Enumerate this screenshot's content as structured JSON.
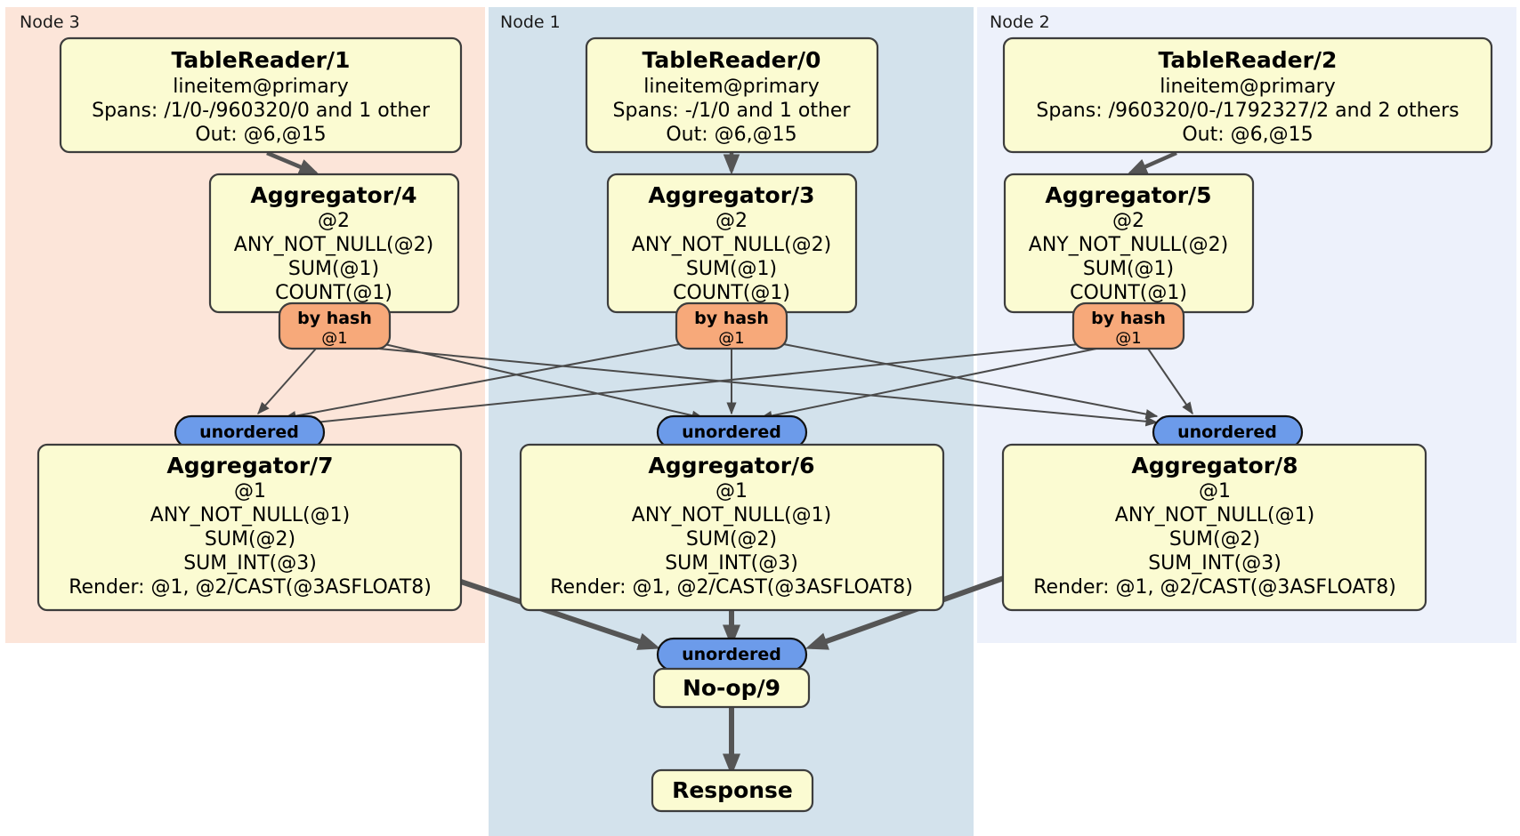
{
  "diagram": {
    "title": "Distributed SQL query plan",
    "colors": {
      "node3_panel": "#fce5d9",
      "node1_panel": "#d3e2ec",
      "node2_panel": "#edf1fb",
      "processor_box": "#fbfbd2",
      "hash_router": "#f7a97a",
      "unordered_synchronizer": "#6c9bea",
      "edge": "#4a4a4a",
      "border": "#3d3d3d"
    },
    "panels": [
      {
        "id": "node3",
        "label": "Node 3"
      },
      {
        "id": "node1",
        "label": "Node 1"
      },
      {
        "id": "node2",
        "label": "Node 2"
      }
    ],
    "processors": {
      "table_reader_1": {
        "title": "TableReader/1",
        "lines": [
          "lineitem@primary",
          "Spans: /1/0-/960320/0 and 1 other",
          "Out: @6,@15"
        ]
      },
      "table_reader_0": {
        "title": "TableReader/0",
        "lines": [
          "lineitem@primary",
          "Spans: -/1/0 and 1 other",
          "Out: @6,@15"
        ]
      },
      "table_reader_2": {
        "title": "TableReader/2",
        "lines": [
          "lineitem@primary",
          "Spans: /960320/0-/1792327/2 and 2 others",
          "Out: @6,@15"
        ]
      },
      "aggregator_4": {
        "title": "Aggregator/4",
        "lines": [
          "@2",
          "ANY_NOT_NULL(@2)",
          "SUM(@1)",
          "COUNT(@1)"
        ]
      },
      "aggregator_3": {
        "title": "Aggregator/3",
        "lines": [
          "@2",
          "ANY_NOT_NULL(@2)",
          "SUM(@1)",
          "COUNT(@1)"
        ]
      },
      "aggregator_5": {
        "title": "Aggregator/5",
        "lines": [
          "@2",
          "ANY_NOT_NULL(@2)",
          "SUM(@1)",
          "COUNT(@1)"
        ]
      },
      "aggregator_7": {
        "title": "Aggregator/7",
        "lines": [
          "@1",
          "ANY_NOT_NULL(@1)",
          "SUM(@2)",
          "SUM_INT(@3)",
          "Render: @1, @2/CAST(@3ASFLOAT8)"
        ]
      },
      "aggregator_6": {
        "title": "Aggregator/6",
        "lines": [
          "@1",
          "ANY_NOT_NULL(@1)",
          "SUM(@2)",
          "SUM_INT(@3)",
          "Render: @1, @2/CAST(@3ASFLOAT8)"
        ]
      },
      "aggregator_8": {
        "title": "Aggregator/8",
        "lines": [
          "@1",
          "ANY_NOT_NULL(@1)",
          "SUM(@2)",
          "SUM_INT(@3)",
          "Render: @1, @2/CAST(@3ASFLOAT8)"
        ]
      },
      "noop_9": {
        "title": "No-op/9",
        "lines": []
      },
      "response": {
        "title": "Response",
        "lines": []
      }
    },
    "routers": {
      "hash_left": {
        "label": "by hash",
        "sub": "@1"
      },
      "hash_mid": {
        "label": "by hash",
        "sub": "@1"
      },
      "hash_right": {
        "label": "by hash",
        "sub": "@1"
      },
      "sync_left": {
        "label": "unordered"
      },
      "sync_mid": {
        "label": "unordered"
      },
      "sync_right": {
        "label": "unordered"
      },
      "sync_final": {
        "label": "unordered"
      }
    }
  }
}
